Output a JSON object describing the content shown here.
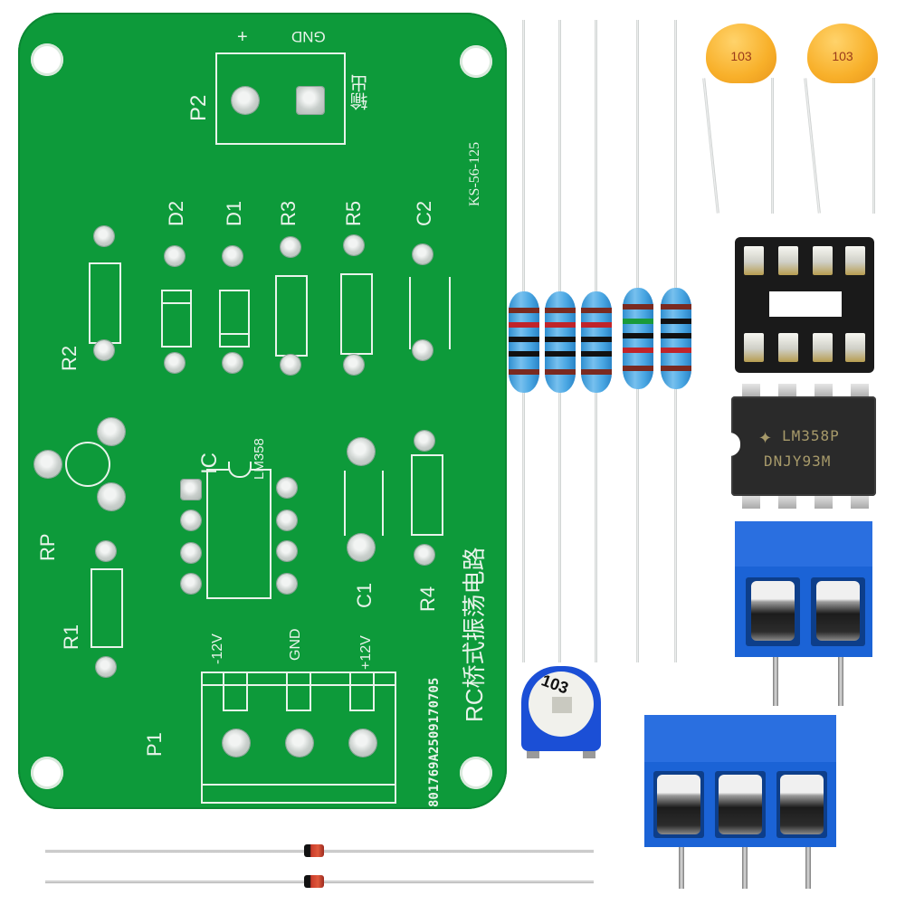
{
  "scene": {
    "title": "RC bridge oscillator circuit DIY kit components",
    "background_color": "#ffffff"
  },
  "pcb": {
    "color": "#0d9a3a",
    "silkscreen_color": "#e8f3ea",
    "title_cn": "RC桥式振荡电路",
    "serial": "801769A2509170705",
    "model": "KS-56-125",
    "labels": {
      "p2": "P2",
      "p2_plus": "+",
      "p2_gnd": "GND",
      "p2_output_cn": "输出",
      "r2": "R2",
      "d2": "D2",
      "d1": "D1",
      "r3": "R3",
      "r5": "R5",
      "c2": "C2",
      "ic": "IC",
      "ic_part": "LM358",
      "rp": "RP",
      "r1": "R1",
      "c1": "C1",
      "r4": "R4",
      "p1": "P1",
      "p1_neg12": "-12V",
      "p1_gnd": "GND",
      "p1_pos12": "+12V"
    }
  },
  "components": {
    "ceramic_capacitors": [
      {
        "code": "103",
        "color": "#f8b02a"
      },
      {
        "code": "103",
        "color": "#f8b02a"
      }
    ],
    "resistors": [
      {
        "bands": [
          "#7a2a20",
          "#c0242a",
          "#111111",
          "#111111",
          "#7a2a20"
        ]
      },
      {
        "bands": [
          "#7a2a20",
          "#c0242a",
          "#111111",
          "#111111",
          "#7a2a20"
        ]
      },
      {
        "bands": [
          "#7a2a20",
          "#c0242a",
          "#111111",
          "#111111",
          "#7a2a20"
        ]
      },
      {
        "bands": [
          "#7a2a20",
          "#1a9a3a",
          "#111111",
          "#c0242a",
          "#7a2a20"
        ]
      },
      {
        "bands": [
          "#7a2a20",
          "#111111",
          "#111111",
          "#c0242a",
          "#7a2a20"
        ]
      }
    ],
    "ic_socket": {
      "pins": 8
    },
    "ic_chip": {
      "line1": "LM358P",
      "line2": "DNJY93M"
    },
    "trimpot": {
      "code": "103",
      "color": "#1b4fd6"
    },
    "terminal_2pin": {
      "positions": 2,
      "color": "#1b63d6"
    },
    "terminal_3pin": {
      "positions": 3,
      "color": "#1b63d6"
    },
    "diodes": [
      {
        "body_colors": [
          "#111111",
          "#c83a2a"
        ]
      },
      {
        "body_colors": [
          "#111111",
          "#c83a2a"
        ]
      }
    ]
  }
}
